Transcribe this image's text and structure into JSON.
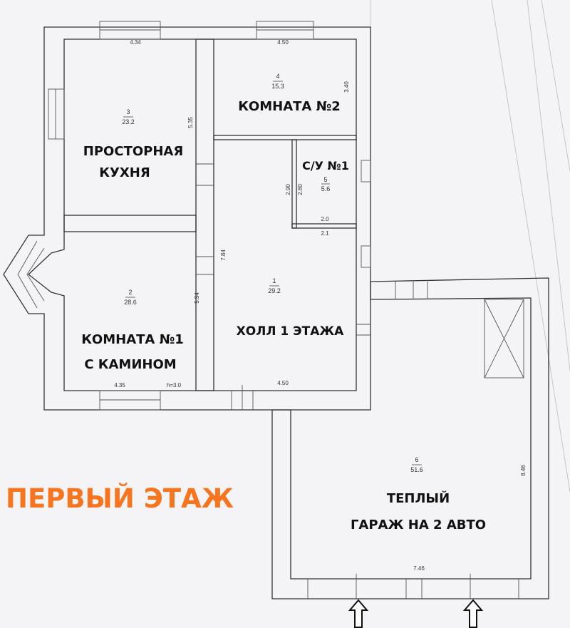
{
  "title": "ПЕРВЫЙ ЭТАЖ",
  "colors": {
    "title": "#f7751e",
    "lines": "#333333",
    "paper": "#f4f4f6"
  },
  "rooms": [
    {
      "id": "3",
      "area": "23.2",
      "name_lines": [
        "ПРОСТОРНАЯ",
        "КУХНЯ"
      ]
    },
    {
      "id": "4",
      "area": "15.3",
      "name_lines": [
        "КОМНАТА №2"
      ]
    },
    {
      "id": "5",
      "area": "5.6",
      "name_lines": [
        "С/У №1"
      ]
    },
    {
      "id": "1",
      "area": "29.2",
      "name_lines": [
        "ХОЛЛ 1 ЭТАЖА"
      ]
    },
    {
      "id": "2",
      "area": "28.6",
      "name_lines": [
        "КОМНАТА №1",
        "С КАМИНОМ"
      ]
    },
    {
      "id": "6",
      "area": "51.6",
      "name_lines": [
        "ТЕПЛЫЙ",
        "ГАРАЖ НА 2 АВТО"
      ]
    }
  ],
  "dimensions": {
    "kitchen_top": "4.34",
    "room2_top": "4.50",
    "kitchen_side": "5.35",
    "room2_side": "3.40",
    "bath_h1": "2.90",
    "bath_h2": "2.80",
    "bath_w1": "2.0",
    "bath_w2": "2.1",
    "hall_side": "7.84",
    "room1_side": "5.54",
    "room1_bottom": "4.35",
    "ceiling_height": "h=3.0",
    "hall_bottom": "4.50",
    "garage_side": "8.46",
    "garage_bottom": "7.46"
  }
}
